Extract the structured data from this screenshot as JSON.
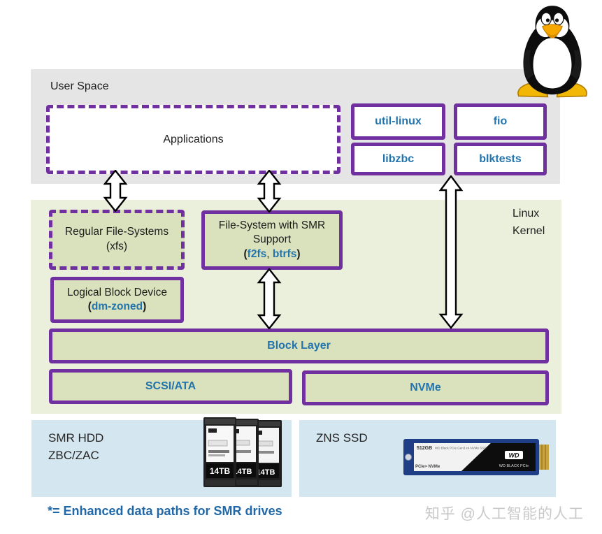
{
  "userspace": {
    "label": "User Space",
    "applications": "Applications",
    "tools": [
      "util-linux",
      "fio",
      "libzbc",
      "blktests"
    ]
  },
  "kernel": {
    "label": "Linux Kernel",
    "regular_fs": "Regular File-Systems (xfs)",
    "fs_smr": {
      "title": "File-System with SMR Support",
      "open": "(",
      "term1": "f2fs",
      "sep": ", ",
      "term2": "btrfs",
      "close": ")"
    },
    "lbd": {
      "title": "Logical Block Device",
      "open": "(",
      "term": "dm-zoned",
      "close": ")"
    },
    "block_layer": "Block Layer",
    "scsi": "SCSI/ATA",
    "nvme": "NVMe"
  },
  "devices": {
    "hdd": {
      "line1": "SMR HDD",
      "line2": "ZBC/ZAC",
      "capacity": "14TB"
    },
    "ssd": {
      "label": "ZNS SSD",
      "capacity": "512GB",
      "brand": "WD",
      "model": "WD BLACK PCIe"
    }
  },
  "note": "*= Enhanced data paths for SMR drives",
  "watermark": "知乎 @人工智能的人工",
  "colors": {
    "purple_border": "#7030A0",
    "blue_text": "#2374AD",
    "userspace_bg": "#E6E5E6",
    "kernel_bg": "#EAF0DC",
    "box_green": "#D9E2BD",
    "device_bg": "#D4E6EF"
  }
}
